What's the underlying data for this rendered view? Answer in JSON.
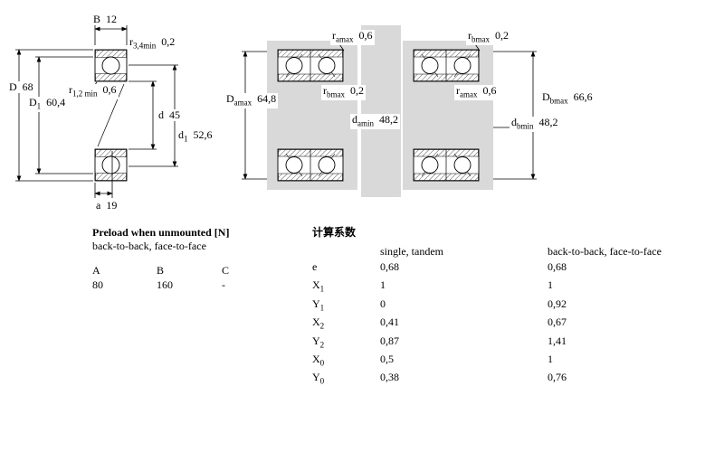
{
  "left_drawing": {
    "B": {
      "base": "B",
      "value": "12"
    },
    "r34": {
      "base": "r",
      "sub": "3,4min",
      "value": "0,2"
    },
    "D": {
      "base": "D",
      "value": "68"
    },
    "D1": {
      "base": "D",
      "sub": "1",
      "value": "60,4"
    },
    "r12": {
      "base": "r",
      "sub": "1,2 min",
      "value": "0,6"
    },
    "d": {
      "base": "d",
      "value": "45"
    },
    "d1": {
      "base": "d",
      "sub": "1",
      "value": "52,6"
    },
    "a": {
      "base": "a",
      "value": "19"
    }
  },
  "arrangement1": {
    "r_amax": {
      "base": "r",
      "sub": "amax",
      "value": "0,6"
    },
    "r_bmax": {
      "base": "r",
      "sub": "bmax",
      "value": "0,2"
    },
    "D_amax": {
      "base": "D",
      "sub": "amax",
      "value": "64,8"
    },
    "d_amin": {
      "base": "d",
      "sub": "amin",
      "value": "48,2"
    }
  },
  "arrangement2": {
    "r_bmax": {
      "base": "r",
      "sub": "bmax",
      "value": "0,2"
    },
    "r_amax": {
      "base": "r",
      "sub": "amax",
      "value": "0,6"
    },
    "D_bmax": {
      "base": "D",
      "sub": "bmax",
      "value": "66,6"
    },
    "d_bmin": {
      "base": "d",
      "sub": "bmin",
      "value": "48,2"
    }
  },
  "preload_table": {
    "title": "Preload when unmounted [N]",
    "subtitle": "back-to-back, face-to-face",
    "headers": [
      "A",
      "B",
      "C"
    ],
    "values": [
      "80",
      "160",
      "-"
    ]
  },
  "factors_table": {
    "title": "计算系数",
    "columns": [
      "single, tandem",
      "back-to-back, face-to-face"
    ],
    "rows": [
      {
        "base": "e",
        "sub": "",
        "single": "0,68",
        "paired": "0,68"
      },
      {
        "base": "X",
        "sub": "1",
        "single": "1",
        "paired": "1"
      },
      {
        "base": "Y",
        "sub": "1",
        "single": "0",
        "paired": "0,92"
      },
      {
        "base": "X",
        "sub": "2",
        "single": "0,41",
        "paired": "0,67"
      },
      {
        "base": "Y",
        "sub": "2",
        "single": "0,87",
        "paired": "1,41"
      },
      {
        "base": "X",
        "sub": "0",
        "single": "0,5",
        "paired": "1"
      },
      {
        "base": "Y",
        "sub": "0",
        "single": "0,38",
        "paired": "0,76"
      }
    ]
  },
  "colors": {
    "drawing_gray": "#d9d9d9",
    "line": "#000000"
  }
}
